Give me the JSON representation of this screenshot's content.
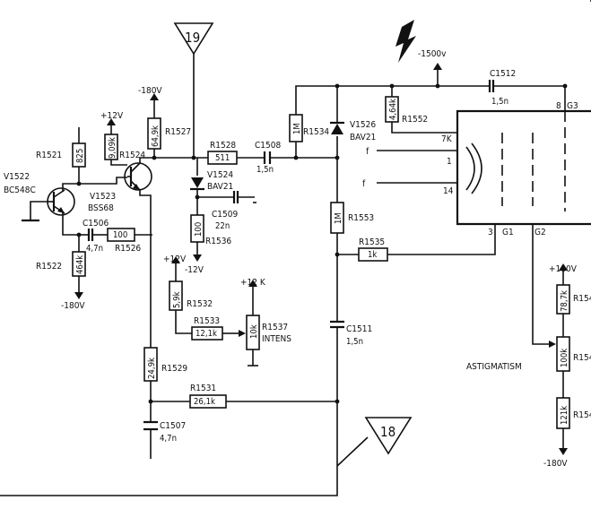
{
  "transistors": {
    "v1522": {
      "ref": "V1522",
      "type": "BC548C"
    },
    "v1523": {
      "ref": "V1523",
      "type": "BSS68"
    }
  },
  "resistors": {
    "r1521": {
      "ref": "R1521",
      "value": "825"
    },
    "r1522": {
      "ref": "R1522",
      "value": "464k"
    },
    "r1524": {
      "ref": "R1524",
      "value": "9,09k"
    },
    "r1526": {
      "ref": "R1526",
      "value": "100"
    },
    "r1527": {
      "ref": "R1527",
      "value": "64,9k"
    },
    "r1528": {
      "ref": "R1528",
      "value": "511"
    },
    "r1529": {
      "ref": "R1529",
      "value": "24,9k"
    },
    "r1531": {
      "ref": "R1531",
      "value": "26,1k"
    },
    "r1532": {
      "ref": "R1532",
      "value": "5,9k"
    },
    "r1533": {
      "ref": "R1533",
      "value": "12,1k"
    },
    "r1534": {
      "ref": "R1534",
      "value": "1M"
    },
    "r1535": {
      "ref": "R1535",
      "value": "1k"
    },
    "r1536": {
      "ref": "R1536",
      "value": "100"
    },
    "r1537": {
      "ref": "R1537",
      "value": "10k",
      "function": "INTENS"
    },
    "r1552": {
      "ref": "R1552",
      "value": "4,64k"
    },
    "r1553": {
      "ref": "R1553",
      "value": "1M"
    },
    "r154a": {
      "ref": "R154",
      "value": "78,7k"
    },
    "r154b": {
      "ref": "R154",
      "value": "100k",
      "function": "ASTIGMATISM"
    },
    "r154c": {
      "ref": "R154",
      "value": "121k"
    }
  },
  "capacitors": {
    "c1506": {
      "ref": "C1506",
      "value": "4,7n"
    },
    "c1507": {
      "ref": "C1507",
      "value": "4,7n"
    },
    "c1508": {
      "ref": "C1508",
      "value": "1,5n"
    },
    "c1509": {
      "ref": "C1509",
      "value": "22n"
    },
    "c1511": {
      "ref": "C1511",
      "value": "1,5n"
    },
    "c1512": {
      "ref": "C1512",
      "value": "1,5n"
    }
  },
  "diodes": {
    "v1524": {
      "ref": "V1524",
      "type": "BAV21"
    },
    "v1526": {
      "ref": "V1526",
      "type": "BAV21"
    }
  },
  "supplies": {
    "neg180_a": "-180V",
    "neg180_b": "-180V",
    "neg180_c": "-180V",
    "plus12_a": "+12V",
    "plus12_b": "+12V",
    "minus12": "-12V",
    "plus12_c": "+12 K",
    "plus180": "+180V",
    "neg1500": "-1500v"
  },
  "connectors": {
    "in": "19",
    "out": "18"
  },
  "crt": {
    "pin_k": "7K",
    "pin_f1": "1",
    "pin_f2": "14",
    "label_f1": "f",
    "label_f2": "f",
    "pin_g1": "3",
    "g1": "G1",
    "g2": "G2",
    "pin_g3": "8",
    "g3": "G3"
  }
}
